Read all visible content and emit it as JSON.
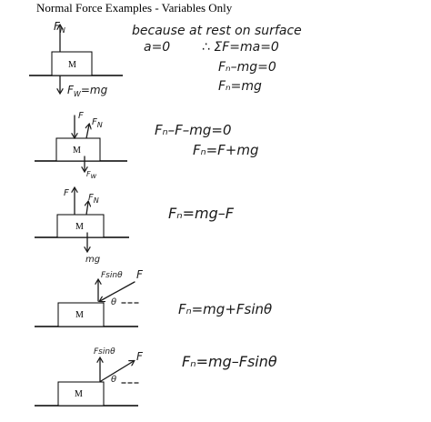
{
  "title": "Normal Force Examples - Variables Only",
  "box_label": "M",
  "examples": [
    {
      "labels": {
        "top": "F",
        "top_sub": "N",
        "bottom": "F",
        "bottom_sub": "W",
        "bottom_rhs": "=mg"
      },
      "notes": [
        "because at rest on surface",
        "a=0",
        "∴  ΣF=ma=0",
        "Fₙ–mg=0",
        "Fₙ=mg"
      ]
    },
    {
      "labels": {
        "f": "F",
        "fn": "F",
        "fn_sub": "N",
        "fw": "F",
        "fw_sub": "w"
      },
      "notes": [
        "Fₙ–F–mg=0",
        "Fₙ=F+mg"
      ]
    },
    {
      "labels": {
        "f": "F",
        "fn": "F",
        "fn_sub": "N",
        "mg": "mg"
      },
      "notes": [
        "Fₙ=mg–F"
      ]
    },
    {
      "labels": {
        "fsin": "Fsinθ",
        "f": "F",
        "theta": "θ"
      },
      "notes": [
        "Fₙ=mg+Fsinθ"
      ]
    },
    {
      "labels": {
        "fsin": "Fsinθ",
        "f": "F",
        "theta": "θ"
      },
      "notes": [
        "Fₙ=mg–Fsinθ"
      ]
    }
  ]
}
